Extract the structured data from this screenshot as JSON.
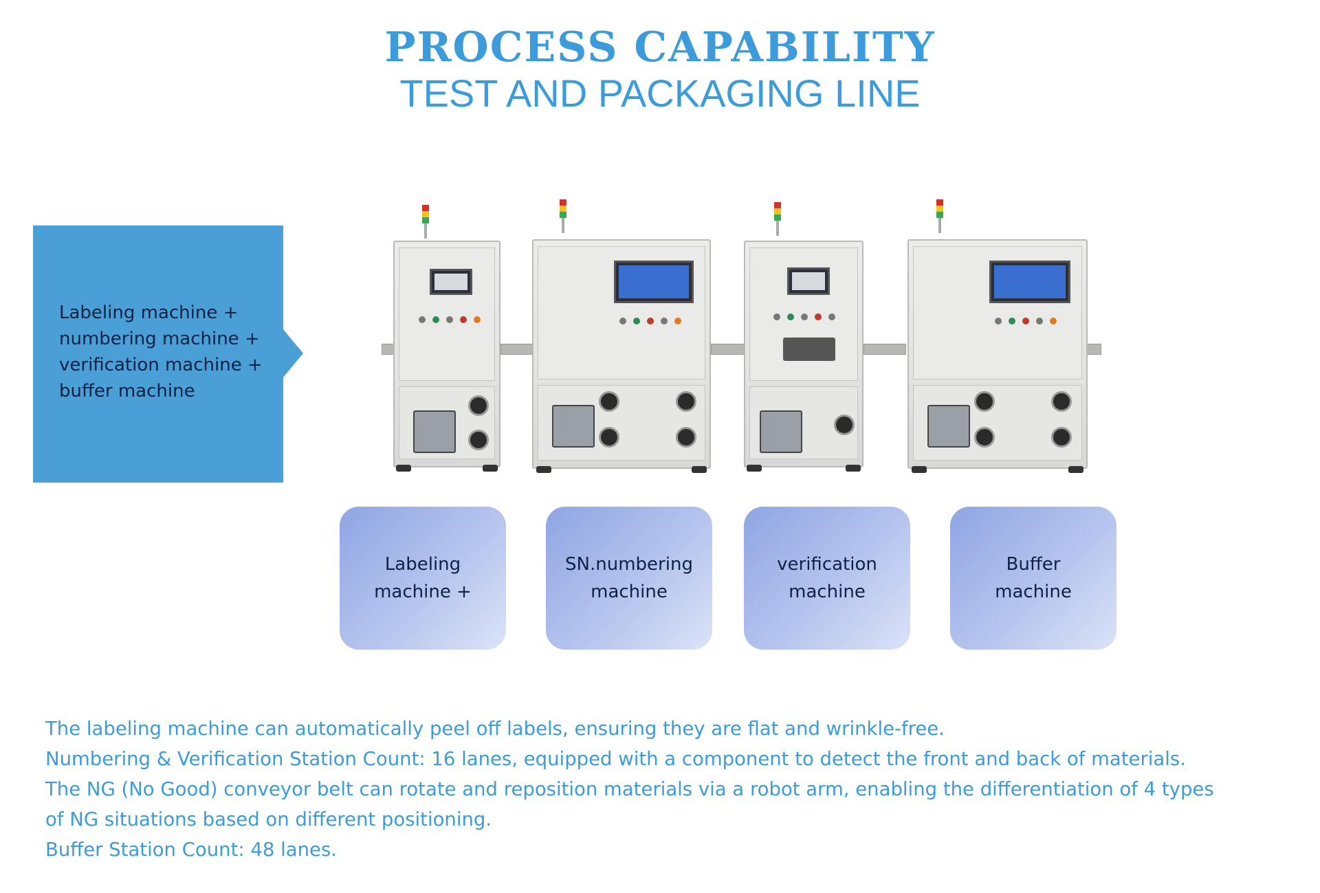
{
  "header": {
    "title": "PROCESS CAPABILITY",
    "subtitle": "TEST AND PACKAGING LINE"
  },
  "summary": {
    "text": "Labeling machine +\nnumbering machine +\nverification machine +\nbuffer machine",
    "color": "#4a9fd6"
  },
  "machines_image": {
    "description_icons": [
      "labeling-machine-icon",
      "numbering-machine-icon",
      "verification-machine-icon",
      "buffer-machine-icon"
    ]
  },
  "cards": [
    {
      "label": "Labeling\nmachine +"
    },
    {
      "label": "SN.numbering\nmachine"
    },
    {
      "label": "verification\nmachine"
    },
    {
      "label": "Buffer\nmachine"
    }
  ],
  "notes": [
    "The labeling machine can automatically peel off labels, ensuring they are flat and wrinkle-free.",
    "Numbering & Verification Station Count: 16 lanes, equipped with a component to detect the front and back of materials.",
    "The NG (No Good) conveyor belt can rotate and reposition materials via a robot arm, enabling the differentiation of 4 types\nof NG situations based on different positioning.",
    "Buffer Station Count: 48 lanes."
  ],
  "colors": {
    "accent": "#3b9bdb",
    "summary_box": "#4a9fd6",
    "card_gradient_start": "#8fa5e3",
    "card_gradient_end": "#dbe3f7",
    "dark_text": "#0d2244"
  }
}
